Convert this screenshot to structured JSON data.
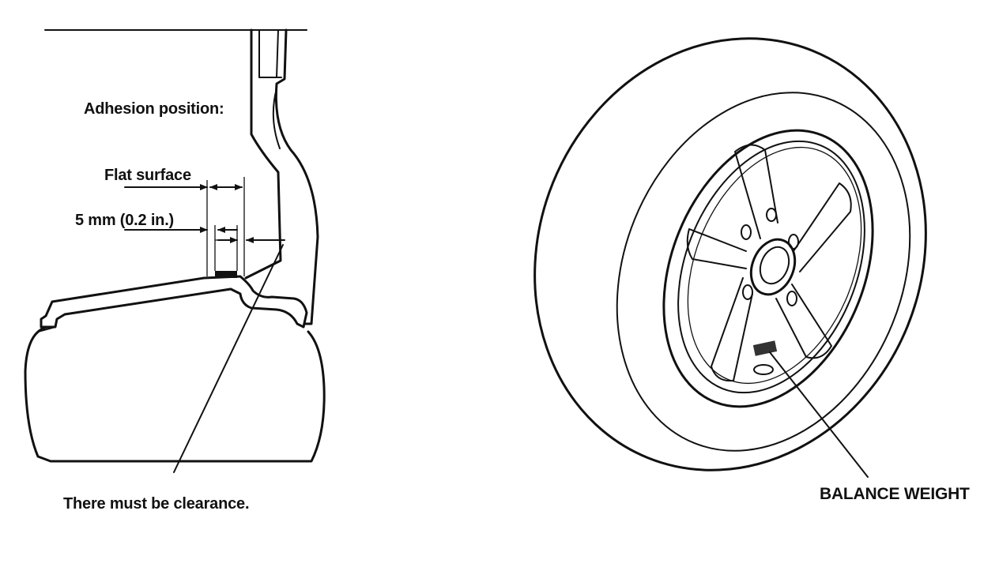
{
  "labels": {
    "adhesion_position": "Adhesion position:",
    "flat_surface": "Flat surface",
    "five_mm": "5 mm (0.2 in.)",
    "clearance": "There must be clearance.",
    "balance_weight": "BALANCE WEIGHT"
  },
  "colors": {
    "line": "#111111",
    "background": "#ffffff"
  }
}
